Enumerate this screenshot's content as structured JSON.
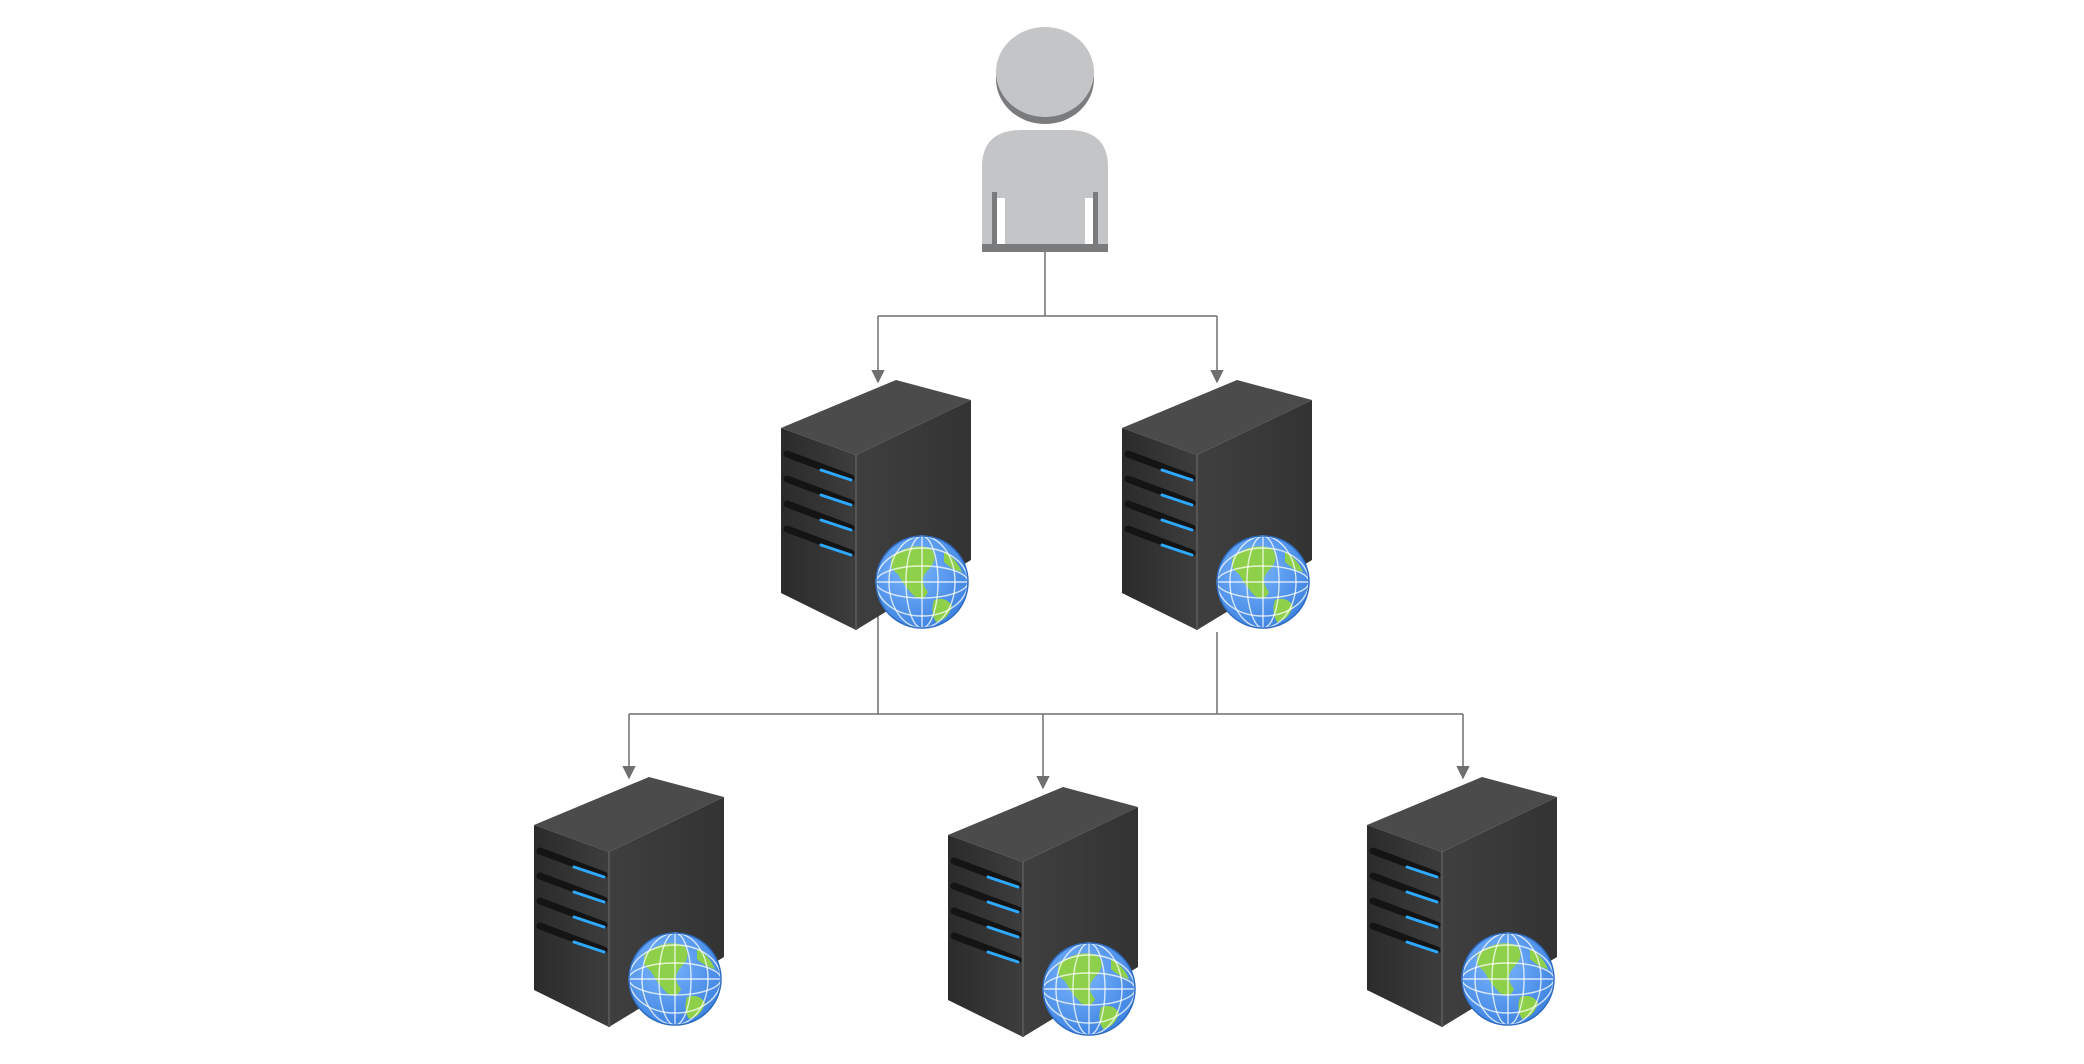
{
  "diagram": {
    "nodes": [
      {
        "id": "user",
        "kind": "user",
        "icon": "user-icon",
        "label": ""
      },
      {
        "id": "web-server-1",
        "kind": "web-server",
        "icon": "web-server-icon",
        "label": ""
      },
      {
        "id": "web-server-2",
        "kind": "web-server",
        "icon": "web-server-icon",
        "label": ""
      },
      {
        "id": "web-server-3",
        "kind": "web-server",
        "icon": "web-server-icon",
        "label": ""
      },
      {
        "id": "web-server-4",
        "kind": "web-server",
        "icon": "web-server-icon",
        "label": ""
      },
      {
        "id": "web-server-5",
        "kind": "web-server",
        "icon": "web-server-icon",
        "label": ""
      }
    ],
    "edges": [
      {
        "from": "user",
        "to": "web-server-1"
      },
      {
        "from": "user",
        "to": "web-server-2"
      },
      {
        "from": "web-server-1",
        "to": "web-server-3"
      },
      {
        "from": "web-server-1",
        "to": "web-server-4"
      },
      {
        "from": "web-server-1",
        "to": "web-server-5"
      },
      {
        "from": "web-server-2",
        "to": "web-server-3"
      },
      {
        "from": "web-server-2",
        "to": "web-server-4"
      },
      {
        "from": "web-server-2",
        "to": "web-server-5"
      }
    ],
    "colors": {
      "connector": "#6f6f6f",
      "user_fill": "#c4c5c7",
      "user_shadow": "#7a7b7d",
      "server_front": "#3a3a3a",
      "server_side": "#2c2c2c",
      "server_top": "#4a4a4a",
      "drive_light": "#2fa8ff",
      "globe_ocean": "#4c95f0",
      "globe_land": "#8fd04a"
    }
  }
}
